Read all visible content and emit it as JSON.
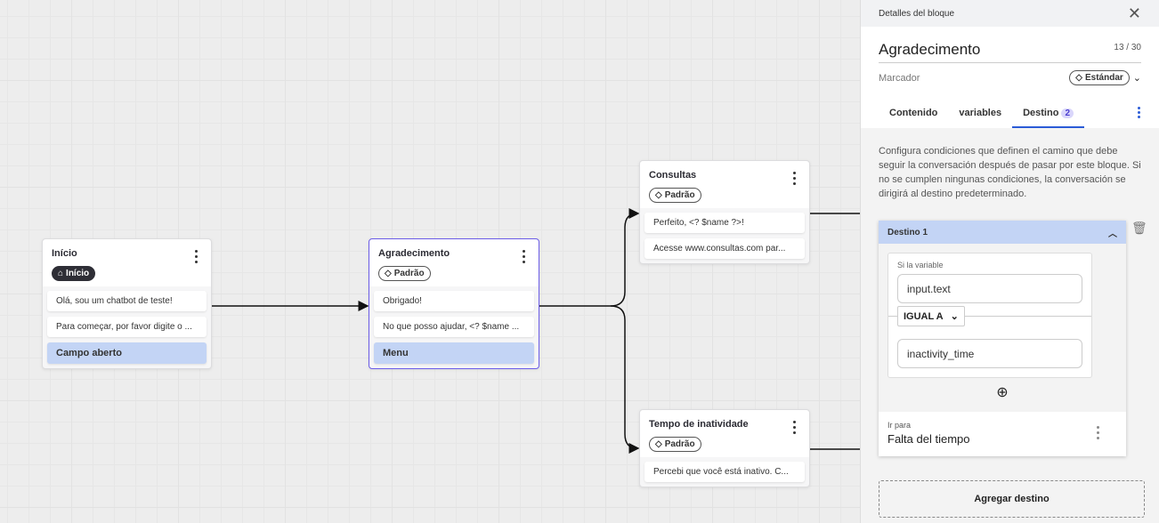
{
  "canvas": {
    "nodes": [
      {
        "title": "Início",
        "tag": "Início",
        "tag_icon": "home-icon",
        "messages": [
          "Olá, sou um chatbot de teste!",
          "Para começar, por favor digite o ..."
        ],
        "input": "Campo aberto"
      },
      {
        "title": "Agradecimento",
        "tag": "Padrão",
        "tag_icon": "tag-icon",
        "messages": [
          "Obrigado!",
          "No que posso ajudar, <? $name ..."
        ],
        "input": "Menu"
      },
      {
        "title": "Consultas",
        "tag": "Padrão",
        "tag_icon": "tag-icon",
        "messages": [
          "Perfeito, <? $name ?>!",
          "Acesse www.consultas.com par..."
        ]
      },
      {
        "title": "Tempo de inatividade",
        "tag": "Padrão",
        "tag_icon": "tag-icon",
        "messages": [
          "Percebi que você está inativo. C..."
        ]
      }
    ]
  },
  "panel": {
    "header": "Detalles del bloque",
    "title": "Agradecimento",
    "char_count": "13 / 30",
    "marker_label": "Marcador",
    "marker_value": "Estándar",
    "tabs": [
      {
        "label": "Contenido"
      },
      {
        "label": "variables"
      },
      {
        "label": "Destino",
        "badge": "2",
        "active": true
      }
    ],
    "description": "Configura condiciones que definen el camino que debe seguir la conversación después de pasar por este bloque. Si no se cumplen ningunas condiciones, la conversación se dirigirá al destino predeterminado.",
    "destination": {
      "title": "Destino 1",
      "condition_label": "Si la variable",
      "variable": "input.text",
      "operator": "IGUAL A",
      "value": "inactivity_time",
      "goto_label": "Ir para",
      "goto_value": "Falta del tiempo"
    },
    "add_button": "Agregar destino"
  },
  "colors": {
    "accent": "#2a5bd7",
    "selected_border": "#6b5ce7",
    "input_row": "#c3d4f5"
  }
}
